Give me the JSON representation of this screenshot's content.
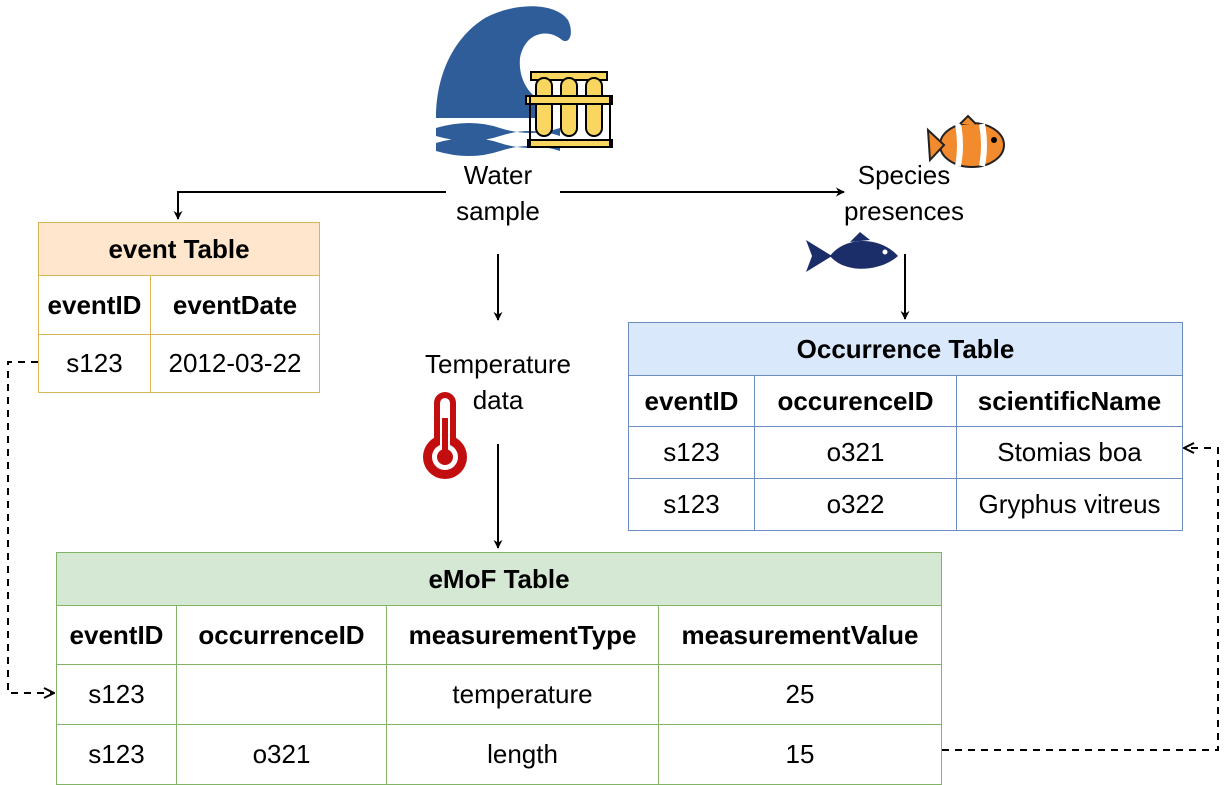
{
  "labels": {
    "water_sample": [
      "Water",
      "sample"
    ],
    "species_presences": [
      "Species",
      "presences"
    ],
    "temperature_data": [
      "Temperature",
      "data"
    ]
  },
  "icons": {
    "wave": "wave-icon",
    "test_tubes": "test-tubes-icon",
    "clownfish": "clownfish-icon",
    "fish": "fish-icon",
    "thermometer": "thermometer-icon"
  },
  "colors": {
    "event_header": "#ffe6cc",
    "event_border": "#d6b656",
    "occurrence_header": "#dae8fc",
    "occurrence_border": "#6c8ebf",
    "emof_header": "#d5e8d4",
    "emof_border": "#82b366",
    "wave": "#2e5d9a",
    "tubes": "#f9d660",
    "clownfish": "#f28a2e",
    "fish": "#1b2e6a",
    "thermometer": "#c20e0e"
  },
  "event_table": {
    "title": "event Table",
    "columns": [
      "eventID",
      "eventDate"
    ],
    "rows": [
      [
        "s123",
        "2012-03-22"
      ]
    ]
  },
  "occurrence_table": {
    "title": "Occurrence Table",
    "columns": [
      "eventID",
      "occurenceID",
      "scientificName"
    ],
    "rows": [
      [
        "s123",
        "o321",
        "Stomias boa"
      ],
      [
        "s123",
        "o322",
        "Gryphus vitreus"
      ]
    ]
  },
  "emof_table": {
    "title": "eMoF Table",
    "columns": [
      "eventID",
      "occurrenceID",
      "measurementType",
      "measurementValue"
    ],
    "rows": [
      [
        "s123",
        "",
        "temperature",
        "25"
      ],
      [
        "s123",
        "o321",
        "length",
        "15"
      ]
    ]
  }
}
